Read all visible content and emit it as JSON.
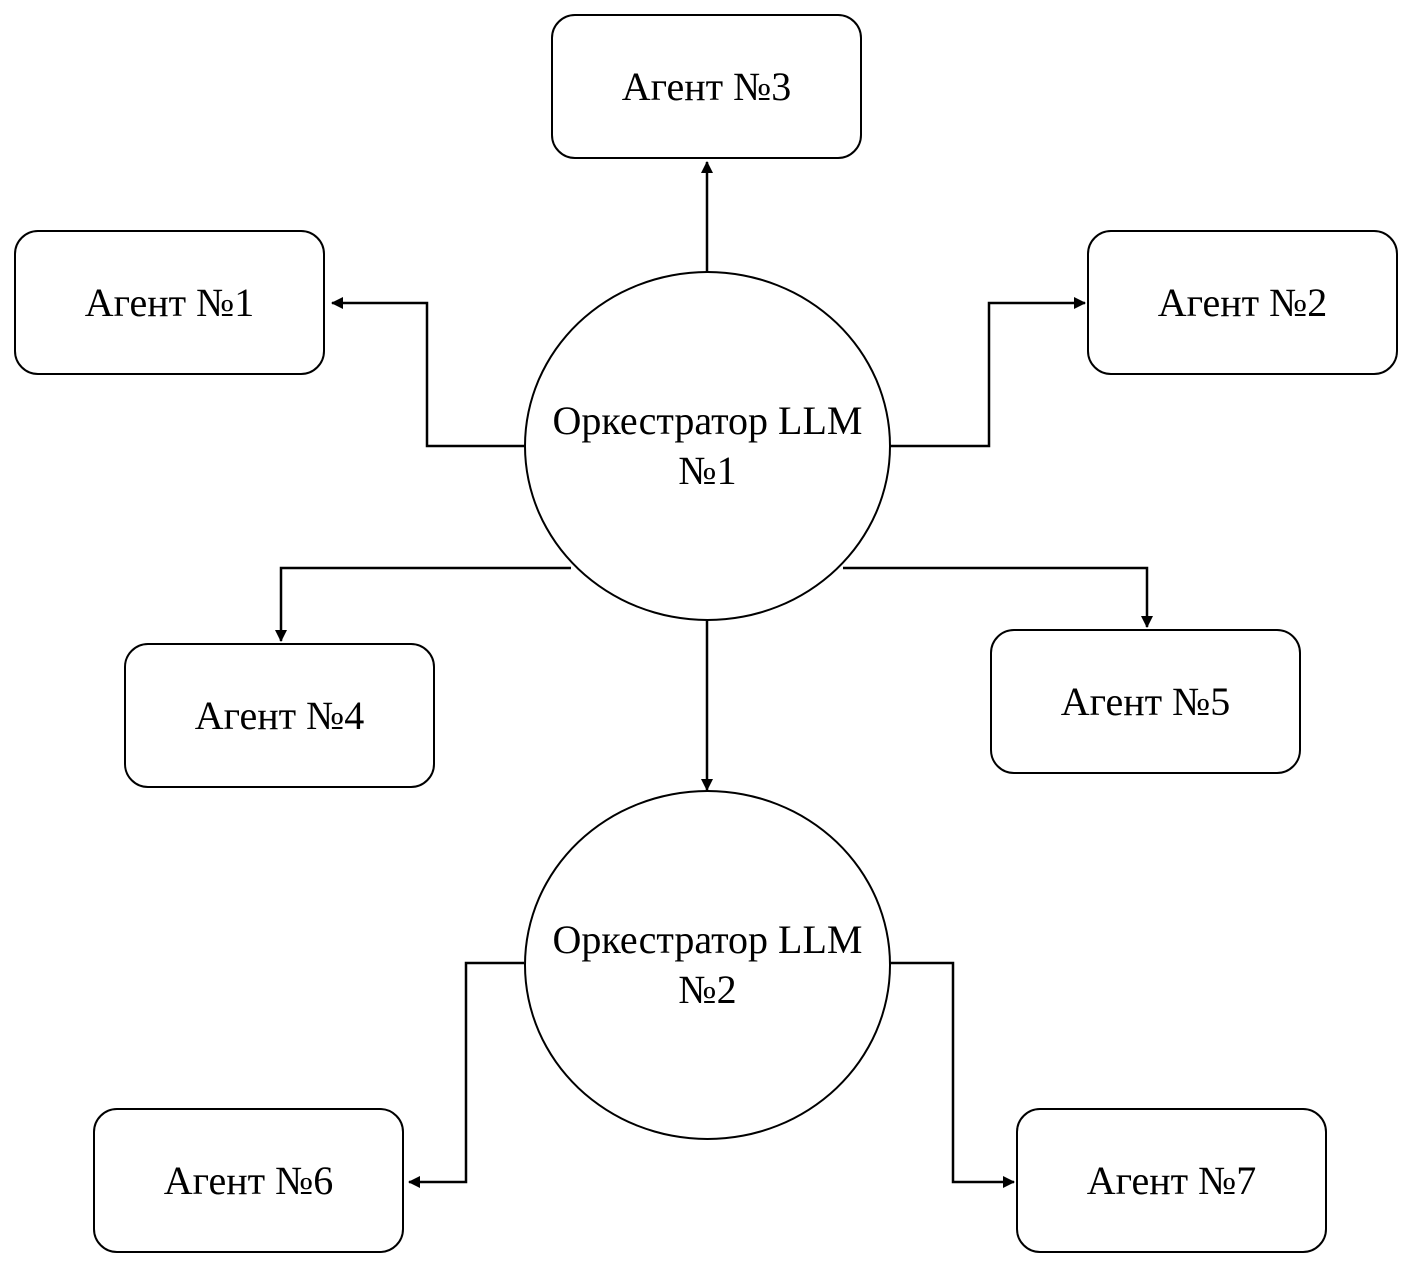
{
  "orchestrators": [
    {
      "id": "orch1",
      "line1": "Оркестратор LLM",
      "line2": "№1"
    },
    {
      "id": "orch2",
      "line1": "Оркестратор LLM",
      "line2": "№2"
    }
  ],
  "agents": {
    "agent1": "Агент №1",
    "agent2": "Агент №2",
    "agent3": "Агент №3",
    "agent4": "Агент №4",
    "agent5": "Агент №5",
    "agent6": "Агент №6",
    "agent7": "Агент №7"
  },
  "edges": [
    {
      "from": "orch1",
      "to": "agent3"
    },
    {
      "from": "orch1",
      "to": "agent1"
    },
    {
      "from": "orch1",
      "to": "agent2"
    },
    {
      "from": "orch1",
      "to": "agent4"
    },
    {
      "from": "orch1",
      "to": "agent5"
    },
    {
      "from": "orch1",
      "to": "orch2"
    },
    {
      "from": "orch2",
      "to": "agent6"
    },
    {
      "from": "orch2",
      "to": "agent7"
    }
  ],
  "colors": {
    "stroke": "#000000",
    "fill": "#ffffff",
    "background": "#ffffff"
  }
}
